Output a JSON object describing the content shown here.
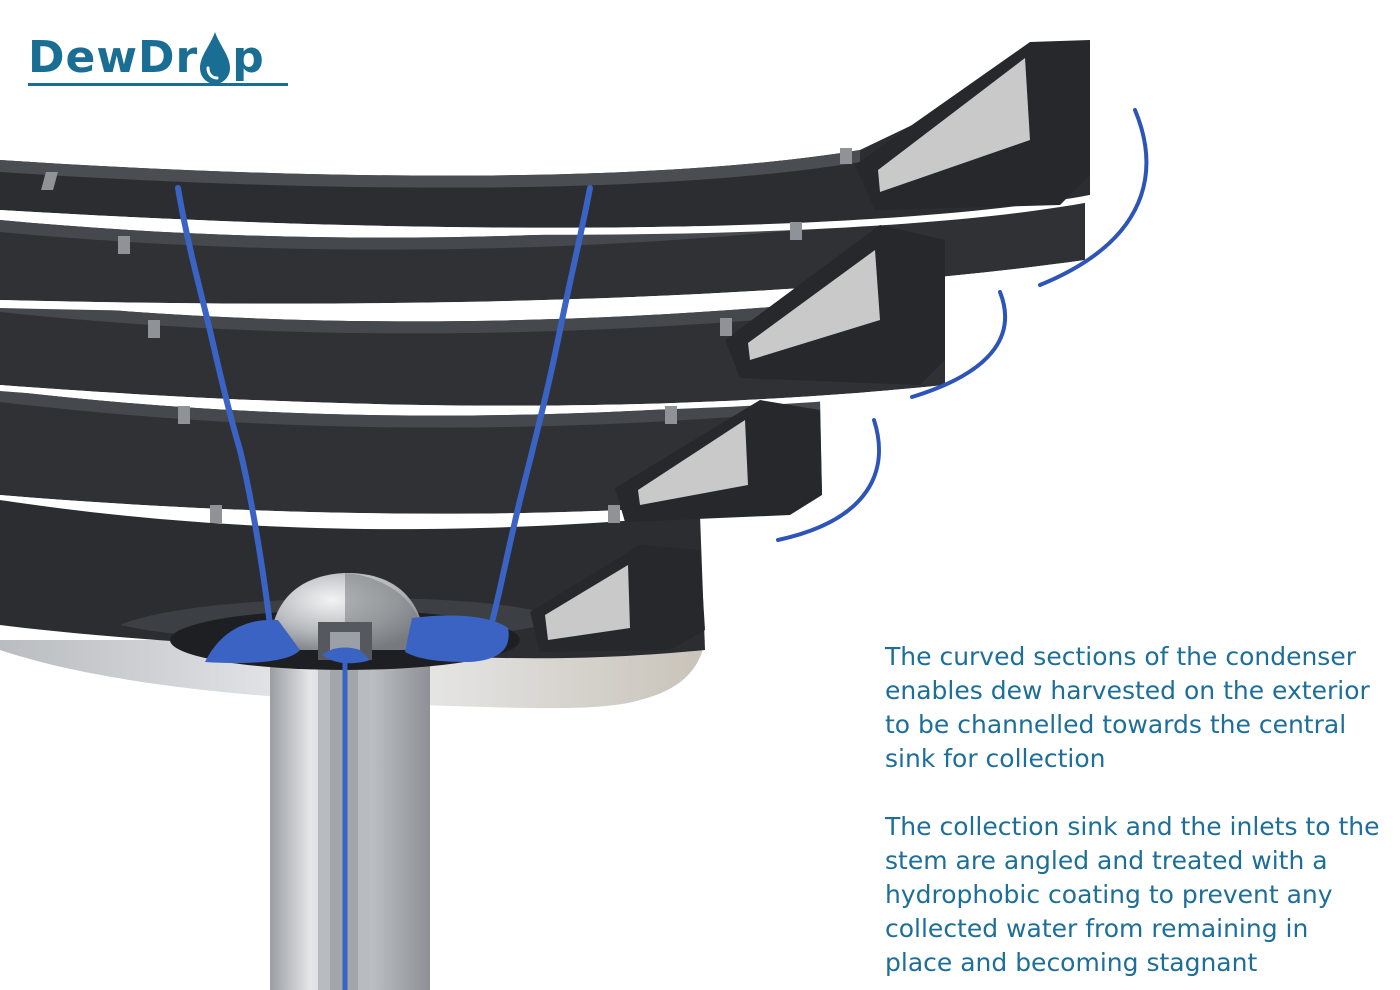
{
  "logo": {
    "text_before": "DewDr",
    "text_after": "p",
    "icon": "water-drop-icon",
    "color": "#1a6e93"
  },
  "colors": {
    "water": "#3a63c4",
    "condenser_dark": "#2b2d30",
    "inlet_grey": "#c9c9c9",
    "text": "#1d6f9a"
  },
  "description": {
    "paragraph1": "The curved sections of the condenser enables dew harvested on the exterior to be channelled towards the central sink for collection",
    "paragraph2": "The collection sink and the inlets to the stem are angled and treated with a hydrophobic coating to prevent any collected water from remaining in place and becoming stagnant"
  }
}
